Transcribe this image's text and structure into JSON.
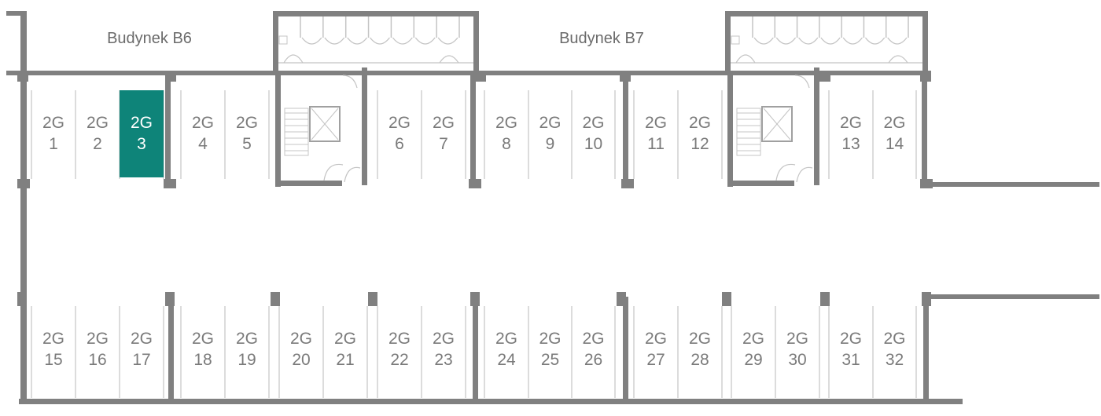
{
  "colors": {
    "wall": "#808080",
    "line": "#c4c4c4",
    "text": "#7a7a7a",
    "highlight": "#0e8479",
    "highlight_text": "#ffffff"
  },
  "buildings": [
    {
      "id": "b6",
      "label": "Budynek B6"
    },
    {
      "id": "b7",
      "label": "Budynek B7"
    }
  ],
  "spots": [
    {
      "prefix": "2G",
      "number": "1"
    },
    {
      "prefix": "2G",
      "number": "2"
    },
    {
      "prefix": "2G",
      "number": "3",
      "selected": true
    },
    {
      "prefix": "2G",
      "number": "4"
    },
    {
      "prefix": "2G",
      "number": "5"
    },
    {
      "prefix": "2G",
      "number": "6"
    },
    {
      "prefix": "2G",
      "number": "7"
    },
    {
      "prefix": "2G",
      "number": "8"
    },
    {
      "prefix": "2G",
      "number": "9"
    },
    {
      "prefix": "2G",
      "number": "10"
    },
    {
      "prefix": "2G",
      "number": "11"
    },
    {
      "prefix": "2G",
      "number": "12"
    },
    {
      "prefix": "2G",
      "number": "13"
    },
    {
      "prefix": "2G",
      "number": "14"
    },
    {
      "prefix": "2G",
      "number": "15"
    },
    {
      "prefix": "2G",
      "number": "16"
    },
    {
      "prefix": "2G",
      "number": "17"
    },
    {
      "prefix": "2G",
      "number": "18"
    },
    {
      "prefix": "2G",
      "number": "19"
    },
    {
      "prefix": "2G",
      "number": "20"
    },
    {
      "prefix": "2G",
      "number": "21"
    },
    {
      "prefix": "2G",
      "number": "22"
    },
    {
      "prefix": "2G",
      "number": "23"
    },
    {
      "prefix": "2G",
      "number": "24"
    },
    {
      "prefix": "2G",
      "number": "25"
    },
    {
      "prefix": "2G",
      "number": "26"
    },
    {
      "prefix": "2G",
      "number": "27"
    },
    {
      "prefix": "2G",
      "number": "28"
    },
    {
      "prefix": "2G",
      "number": "29"
    },
    {
      "prefix": "2G",
      "number": "30"
    },
    {
      "prefix": "2G",
      "number": "31"
    },
    {
      "prefix": "2G",
      "number": "32"
    }
  ]
}
